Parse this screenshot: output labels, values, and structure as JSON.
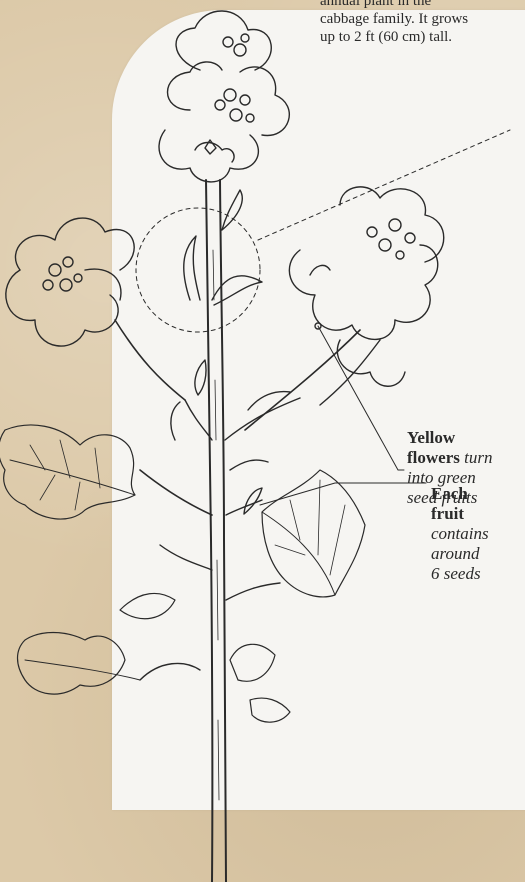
{
  "intro": {
    "line1": "annual plant in the",
    "line2": "cabbage family. It grows",
    "line3": "up to 2 ft (60 cm) tall."
  },
  "callouts": {
    "flowers": {
      "bold1": "Yellow",
      "bold2": "flowers",
      "italic1": "turn",
      "italic2": "into green",
      "italic3": "seed fruits"
    },
    "fruit": {
      "bold1": "Each",
      "bold2": "fruit",
      "italic1": "contains",
      "italic2": "around",
      "italic3": "6 seeds"
    }
  },
  "colors": {
    "background": "#dcc9a8",
    "paper": "#f6f5f2",
    "ink": "#2a2a2a"
  }
}
